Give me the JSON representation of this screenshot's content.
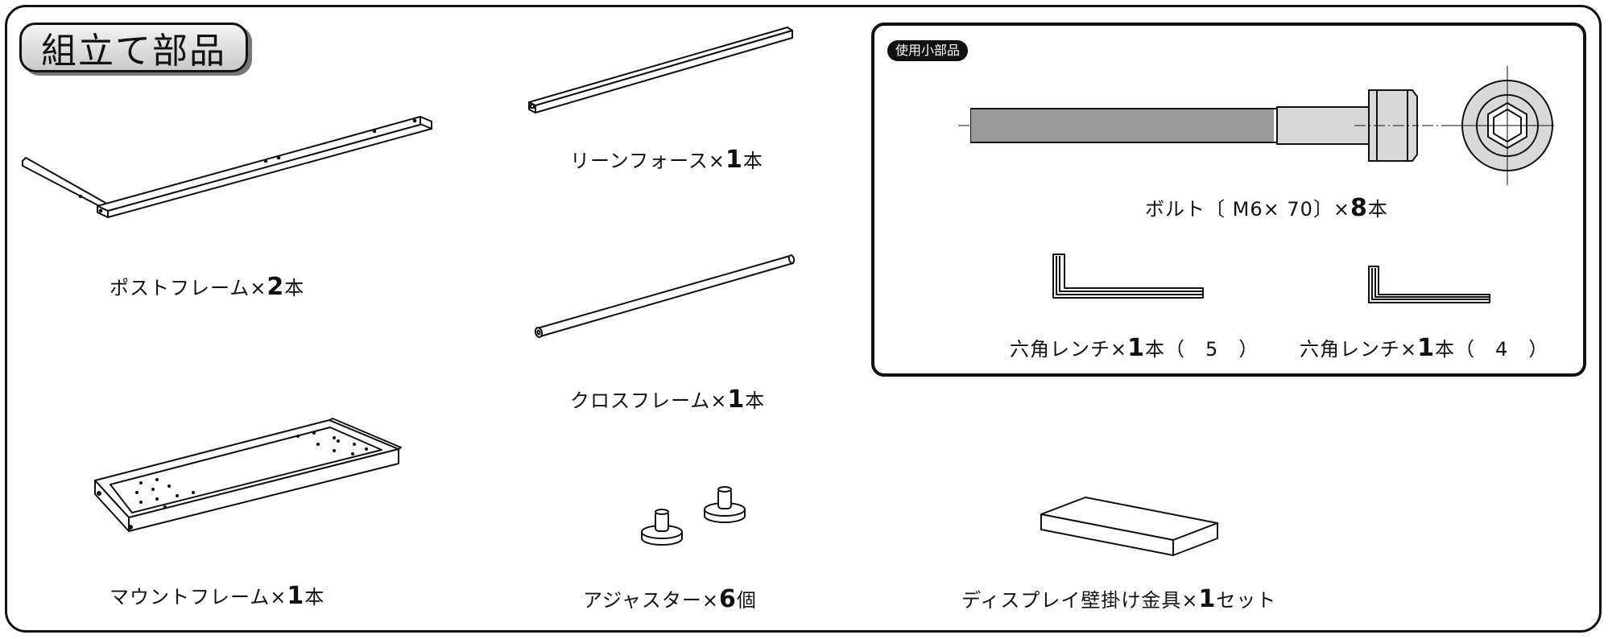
{
  "header": {
    "title": "組立て部品"
  },
  "small_parts": {
    "badge": "使用小部品"
  },
  "parts": {
    "post_frame": {
      "name": "ポストフレーム",
      "qty": "2",
      "unit": "本"
    },
    "lean_force": {
      "name": "リーンフォース",
      "qty": "1",
      "unit": "本"
    },
    "cross_frame": {
      "name": "クロスフレーム",
      "qty": "1",
      "unit": "本"
    },
    "mount_frame": {
      "name": "マウントフレーム",
      "qty": "1",
      "unit": "本"
    },
    "adjuster": {
      "name": "アジャスター",
      "qty": "6",
      "unit": "個"
    },
    "bracket": {
      "name": "ディスプレイ壁掛け金具",
      "qty": "1",
      "unit": "セット"
    },
    "bolt": {
      "name": "ボルト",
      "spec": "〔 M6× 70〕",
      "qty": "8",
      "unit": "本"
    },
    "hex_wrench_5": {
      "name": "六角レンチ",
      "qty": "1",
      "unit": "本",
      "size": "（　5　）"
    },
    "hex_wrench_4": {
      "name": "六角レンチ",
      "qty": "1",
      "unit": "本",
      "size": "（　4　）"
    }
  },
  "times": "×"
}
